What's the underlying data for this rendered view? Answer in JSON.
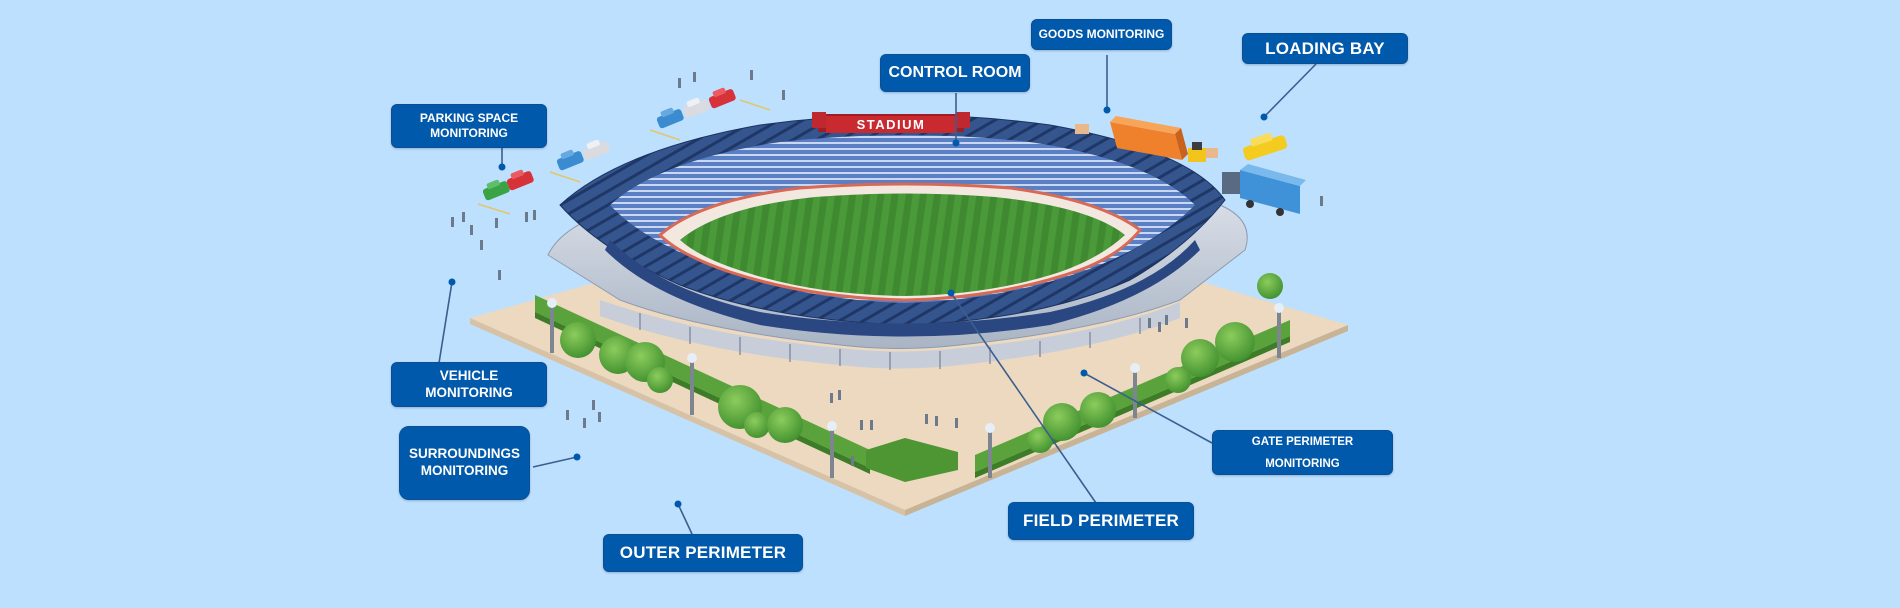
{
  "diagram": {
    "background_color": "#bde0fe",
    "label_color": "#0059ab",
    "label_text_color": "#ffffff",
    "connector_color": "#3a5f8f",
    "marker_color": "#0059ab",
    "stadium_sign": "STADIUM"
  },
  "labels": {
    "parking": {
      "line1": "PARKING SPACE",
      "line2": "MONITORING"
    },
    "control_room": {
      "line1": "CONTROL ROOM"
    },
    "goods": {
      "line1": "GOODS MONITORING"
    },
    "loading_bay": {
      "line1": "LOADING BAY"
    },
    "vehicle": {
      "line1": "VEHICLE",
      "line2": "MONITORING"
    },
    "surroundings": {
      "line1": "SURROUNDINGS",
      "line2": "MONITORING"
    },
    "outer_perimeter": {
      "line1": "OUTER PERIMETER"
    },
    "field_perimeter": {
      "line1": "FIELD PERIMETER"
    },
    "gate_perimeter": {
      "line1": "GATE PERIMETER",
      "line2": "MONITORING"
    }
  }
}
